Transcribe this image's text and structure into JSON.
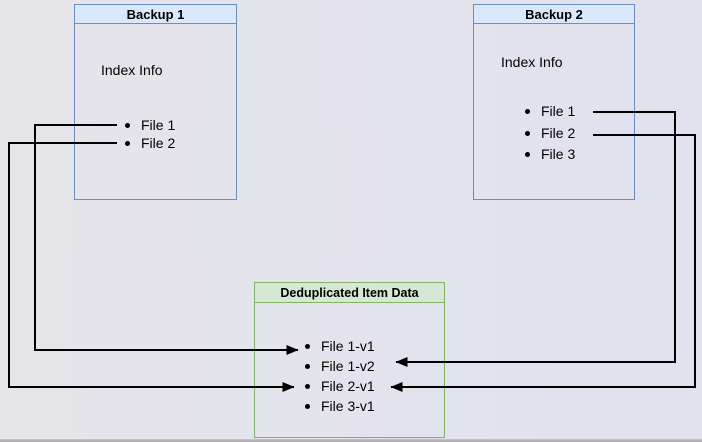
{
  "backup1": {
    "title": "Backup 1",
    "subtitle": "Index Info",
    "items": [
      "File 1",
      "File 2"
    ]
  },
  "backup2": {
    "title": "Backup 2",
    "subtitle": "Index Info",
    "items": [
      "File 1",
      "File 2",
      "File 3"
    ]
  },
  "dedup": {
    "title": "Deduplicated Item Data",
    "items": [
      "File 1-v1",
      "File 1-v2",
      "File 2-v1",
      "File 3-v1"
    ]
  },
  "connections": [
    {
      "from": "Backup 1 / File 1",
      "to": "File 1-v1"
    },
    {
      "from": "Backup 1 / File 2",
      "to": "File 2-v1"
    },
    {
      "from": "Backup 2 / File 1",
      "to": "File 1-v2"
    },
    {
      "from": "Backup 2 / File 2",
      "to": "File 2-v1"
    }
  ],
  "colors": {
    "blue_fill": "#dae8fc",
    "blue_border": "#6c8ebf",
    "green_fill": "#d5e8d4",
    "green_border": "#82b366",
    "line": "#000000"
  }
}
